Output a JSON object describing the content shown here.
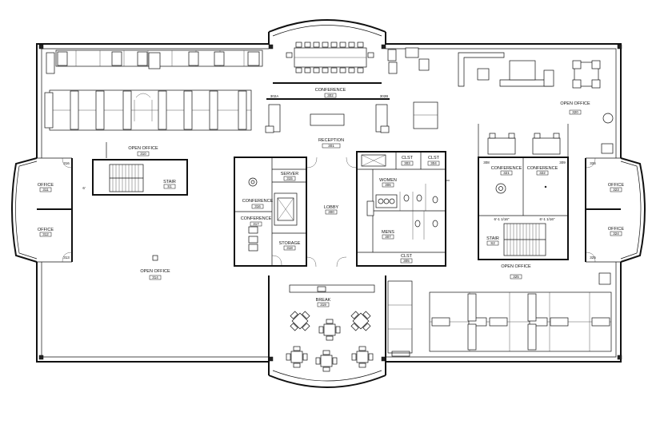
{
  "rooms": [
    {
      "id": "conference-top",
      "name": "CONFERENCE",
      "number": "302"
    },
    {
      "id": "open-office-nw",
      "name": "OPEN OFFICE",
      "number": "310"
    },
    {
      "id": "office-w1",
      "name": "OFFICE",
      "number": "311"
    },
    {
      "id": "office-w2",
      "name": "OFFICE",
      "number": "312"
    },
    {
      "id": "stair-w",
      "name": "STAIR",
      "number": "S1"
    },
    {
      "id": "open-office-sw",
      "name": "OPEN OFFICE",
      "number": "314"
    },
    {
      "id": "reception",
      "name": "RECEPTION",
      "number": "301"
    },
    {
      "id": "server",
      "name": "SERVER",
      "number": "315"
    },
    {
      "id": "conference-mid1",
      "name": "CONFERENCE",
      "number": "316"
    },
    {
      "id": "conference-mid2",
      "name": "CONFERENCE",
      "number": "317"
    },
    {
      "id": "storage",
      "name": "STORAGE",
      "number": "318"
    },
    {
      "id": "lobby",
      "name": "LOBBY",
      "number": "300"
    },
    {
      "id": "clst1",
      "name": "CLST",
      "number": "303"
    },
    {
      "id": "clst2",
      "name": "CLST",
      "number": "304"
    },
    {
      "id": "clst3",
      "name": "CLST",
      "number": "305"
    },
    {
      "id": "womens",
      "name": "WOMEN",
      "number": "306"
    },
    {
      "id": "mens",
      "name": "MENS",
      "number": "307"
    },
    {
      "id": "break",
      "name": "BREAK",
      "number": "319"
    },
    {
      "id": "open-office-ne",
      "name": "OPEN OFFICE",
      "number": "320"
    },
    {
      "id": "conference-e1",
      "name": "CONFERENCE",
      "number": "321"
    },
    {
      "id": "conference-e2",
      "name": "CONFERENCE",
      "number": "322"
    },
    {
      "id": "office-e1",
      "name": "OFFICE",
      "number": "323"
    },
    {
      "id": "office-e2",
      "name": "OFFICE",
      "number": "324"
    },
    {
      "id": "stair-e",
      "name": "STAIR",
      "number": "S2"
    },
    {
      "id": "open-office-se",
      "name": "OPEN OFFICE",
      "number": "325"
    }
  ],
  "door_tags": [
    "302A",
    "302B",
    "316",
    "313",
    "308",
    "309",
    "326",
    "325"
  ],
  "dimensions": [
    "6'",
    "6'-1 1/16\"",
    "6'-1 1/16\""
  ]
}
